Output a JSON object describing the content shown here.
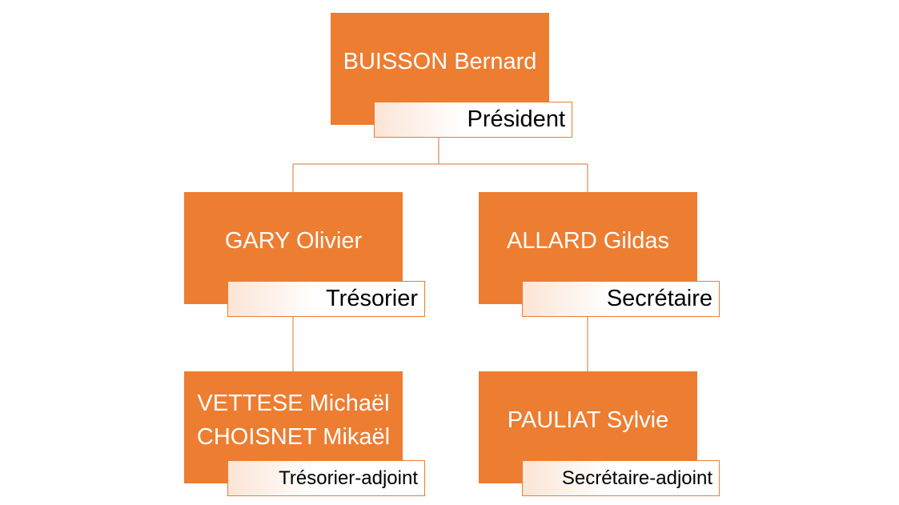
{
  "colors": {
    "node_fill": "#ED7D31",
    "node_text": "#FFFFFF",
    "role_fill": "#FBE5D6",
    "role_text": "#000000",
    "connector": "#E0A27A"
  },
  "org": {
    "president": {
      "names": [
        "BUISSON Bernard"
      ],
      "role": "Président"
    },
    "tresorier": {
      "names": [
        "GARY Olivier"
      ],
      "role": "Trésorier"
    },
    "secretaire": {
      "names": [
        "ALLARD Gildas"
      ],
      "role": "Secrétaire"
    },
    "tresorier_adjoint": {
      "names": [
        "VETTESE Michaël",
        "CHOISNET Mikaël"
      ],
      "role": "Trésorier-adjoint"
    },
    "secretaire_adjoint": {
      "names": [
        "PAULIAT Sylvie"
      ],
      "role": "Secrétaire-adjoint"
    }
  }
}
